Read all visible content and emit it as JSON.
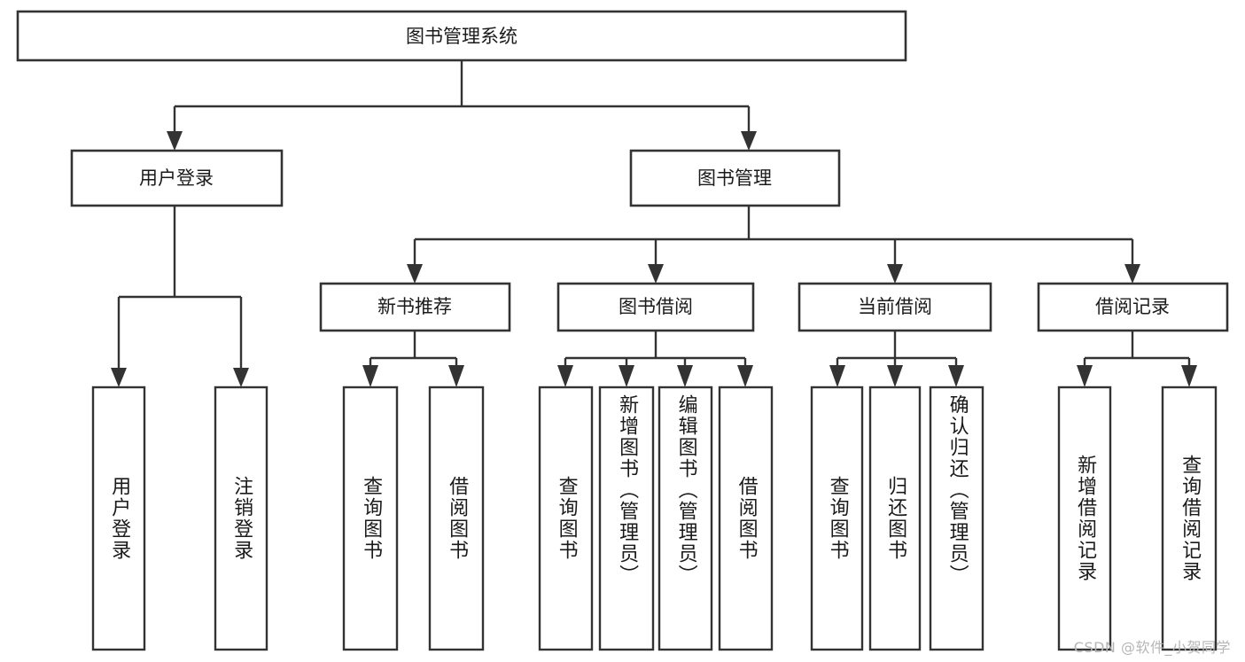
{
  "diagram": {
    "type": "tree-hierarchy",
    "title": "图书管理系统",
    "root": {
      "id": "root",
      "label": "图书管理系统",
      "orientation": "horizontal"
    },
    "level2": [
      {
        "id": "user-login",
        "label": "用户登录",
        "orientation": "horizontal"
      },
      {
        "id": "book-manage",
        "label": "图书管理",
        "orientation": "horizontal"
      }
    ],
    "level3": [
      {
        "id": "new-book-recommend",
        "label": "新书推荐",
        "orientation": "horizontal",
        "parent": "book-manage"
      },
      {
        "id": "book-borrow",
        "label": "图书借阅",
        "orientation": "horizontal",
        "parent": "book-manage"
      },
      {
        "id": "current-borrow",
        "label": "当前借阅",
        "orientation": "horizontal",
        "parent": "book-manage"
      },
      {
        "id": "borrow-record",
        "label": "借阅记录",
        "orientation": "horizontal",
        "parent": "book-manage"
      }
    ],
    "leaves": [
      {
        "id": "leaf-user-login",
        "label": "用户登录",
        "orientation": "vertical",
        "parent": "user-login"
      },
      {
        "id": "leaf-user-logout",
        "label": "注销登录",
        "orientation": "vertical",
        "parent": "user-login"
      },
      {
        "id": "leaf-query-book-1",
        "label": "查询图书",
        "orientation": "vertical",
        "parent": "new-book-recommend"
      },
      {
        "id": "leaf-borrow-book-1",
        "label": "借阅图书",
        "orientation": "vertical",
        "parent": "new-book-recommend"
      },
      {
        "id": "leaf-query-book-2",
        "label": "查询图书",
        "orientation": "vertical",
        "parent": "book-borrow"
      },
      {
        "id": "leaf-add-book",
        "label": "新增图书（管理员）",
        "orientation": "vertical",
        "parent": "book-borrow"
      },
      {
        "id": "leaf-edit-book",
        "label": "编辑图书（管理员）",
        "orientation": "vertical",
        "parent": "book-borrow"
      },
      {
        "id": "leaf-borrow-book-2",
        "label": "借阅图书",
        "orientation": "vertical",
        "parent": "book-borrow"
      },
      {
        "id": "leaf-query-book-3",
        "label": "查询图书",
        "orientation": "vertical",
        "parent": "current-borrow"
      },
      {
        "id": "leaf-return-book",
        "label": "归还图书",
        "orientation": "vertical",
        "parent": "current-borrow"
      },
      {
        "id": "leaf-confirm-return",
        "label": "确认归还（管理员）",
        "orientation": "vertical",
        "parent": "current-borrow"
      },
      {
        "id": "leaf-add-record",
        "label": "新增借阅记录",
        "orientation": "vertical",
        "parent": "borrow-record"
      },
      {
        "id": "leaf-query-record",
        "label": "查询借阅记录",
        "orientation": "vertical",
        "parent": "borrow-record"
      }
    ],
    "colors": {
      "stroke": "#333333",
      "fill": "#ffffff",
      "text": "#1a1a1a",
      "watermark": "#b6b6b6"
    }
  },
  "watermark": {
    "text": "CSDN @软件_小贺同学"
  }
}
